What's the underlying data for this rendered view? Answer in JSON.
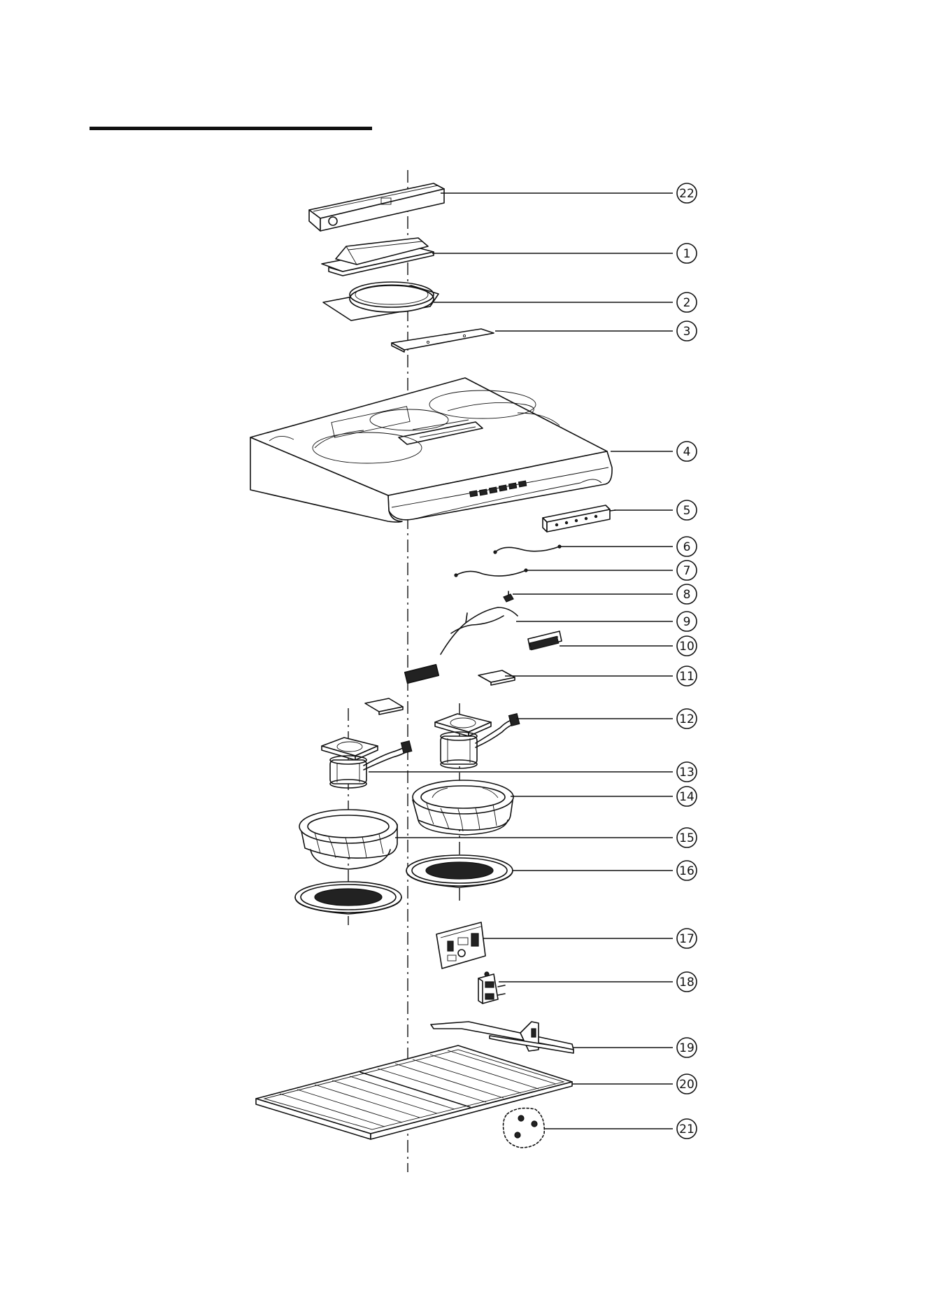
{
  "callouts": [
    "22",
    "1",
    "2",
    "3",
    "4",
    "5",
    "6",
    "7",
    "8",
    "9",
    "10",
    "11",
    "12",
    "13",
    "14",
    "15",
    "16",
    "17",
    "18",
    "19",
    "20",
    "21"
  ]
}
